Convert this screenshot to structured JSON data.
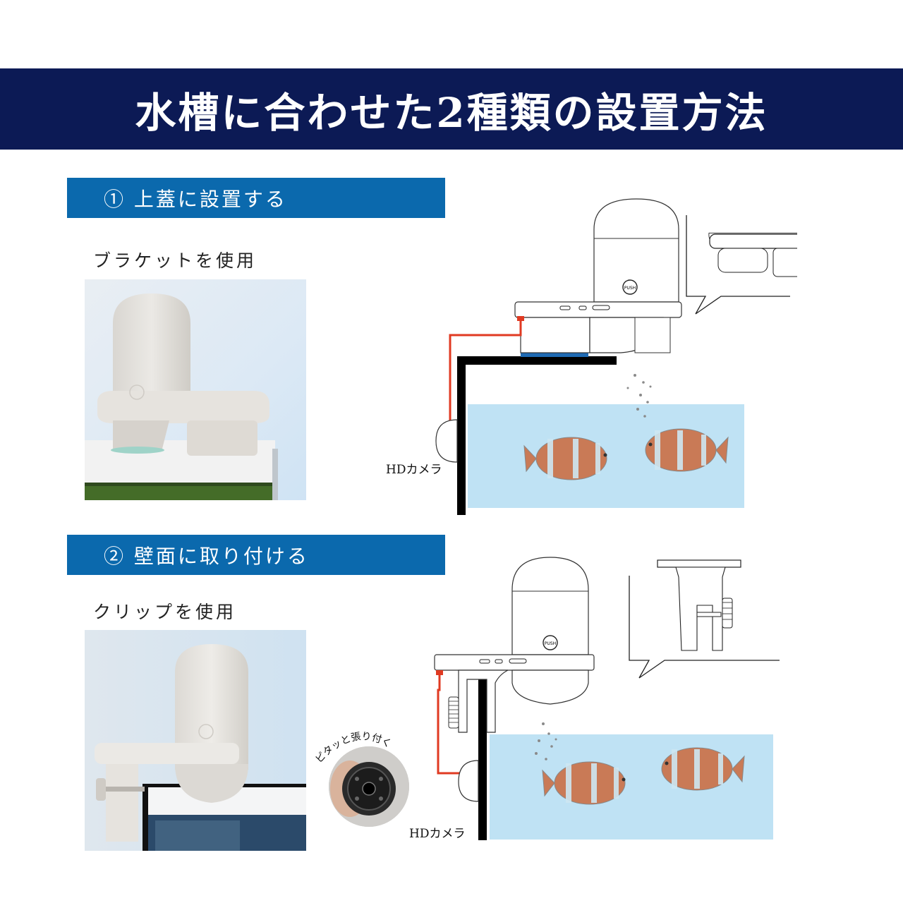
{
  "header": {
    "title": "水槽に合わせた2種類の設置方法"
  },
  "section1": {
    "title": "① 上蓋に設置する",
    "subtitle": "ブラケットを使用",
    "camera_label": "HDカメラ",
    "device_button": "PUSH"
  },
  "section2": {
    "title": "② 壁面に取り付ける",
    "subtitle": "クリップを使用",
    "camera_label": "HDカメラ",
    "magnet_caption": "ピタッと張り付く",
    "device_button": "PUSH"
  },
  "colors": {
    "banner": "#0c1a55",
    "section_bar": "#0b69ad",
    "water": "#bfe2f4",
    "wire": "#e03a22",
    "fish": "#c97a56"
  }
}
